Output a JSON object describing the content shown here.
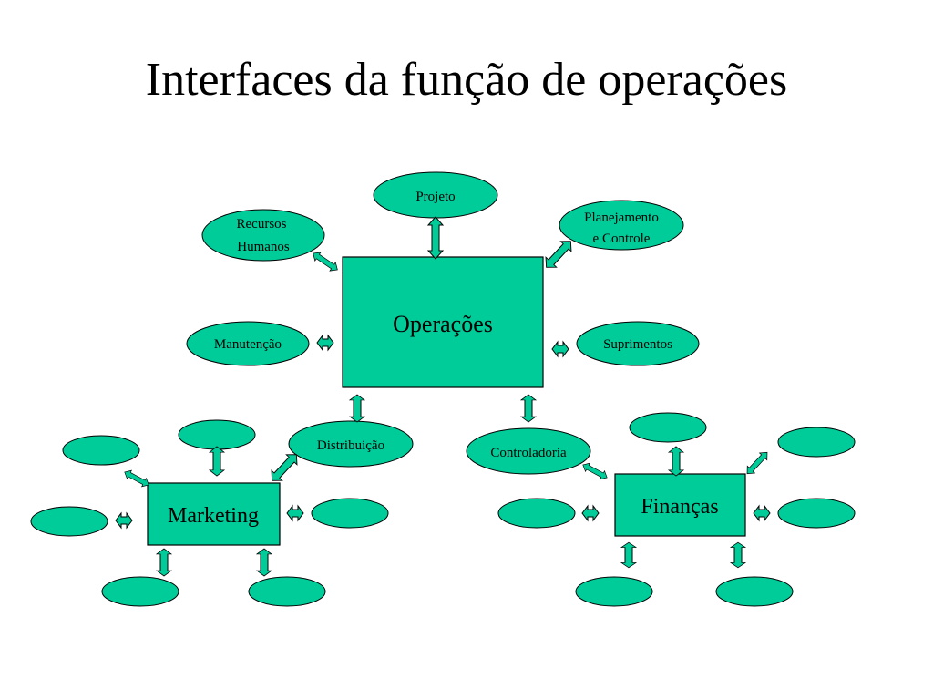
{
  "title": "Interfaces da função de operações",
  "colors": {
    "fill": "#00cc99",
    "stroke": "#000000",
    "background": "#ffffff"
  },
  "center": {
    "label": "Operações"
  },
  "operations_interfaces": {
    "projeto": "Projeto",
    "recursos_humanos": [
      "Recursos",
      "Humanos"
    ],
    "planejamento_controle": [
      "Planejamento",
      "e Controle"
    ],
    "manutencao": "Manutenção",
    "suprimentos": "Suprimentos",
    "distribuicao": "Distribuição",
    "controladoria": "Controladoria"
  },
  "marketing": {
    "label": "Marketing"
  },
  "financas": {
    "label": "Finanças"
  }
}
